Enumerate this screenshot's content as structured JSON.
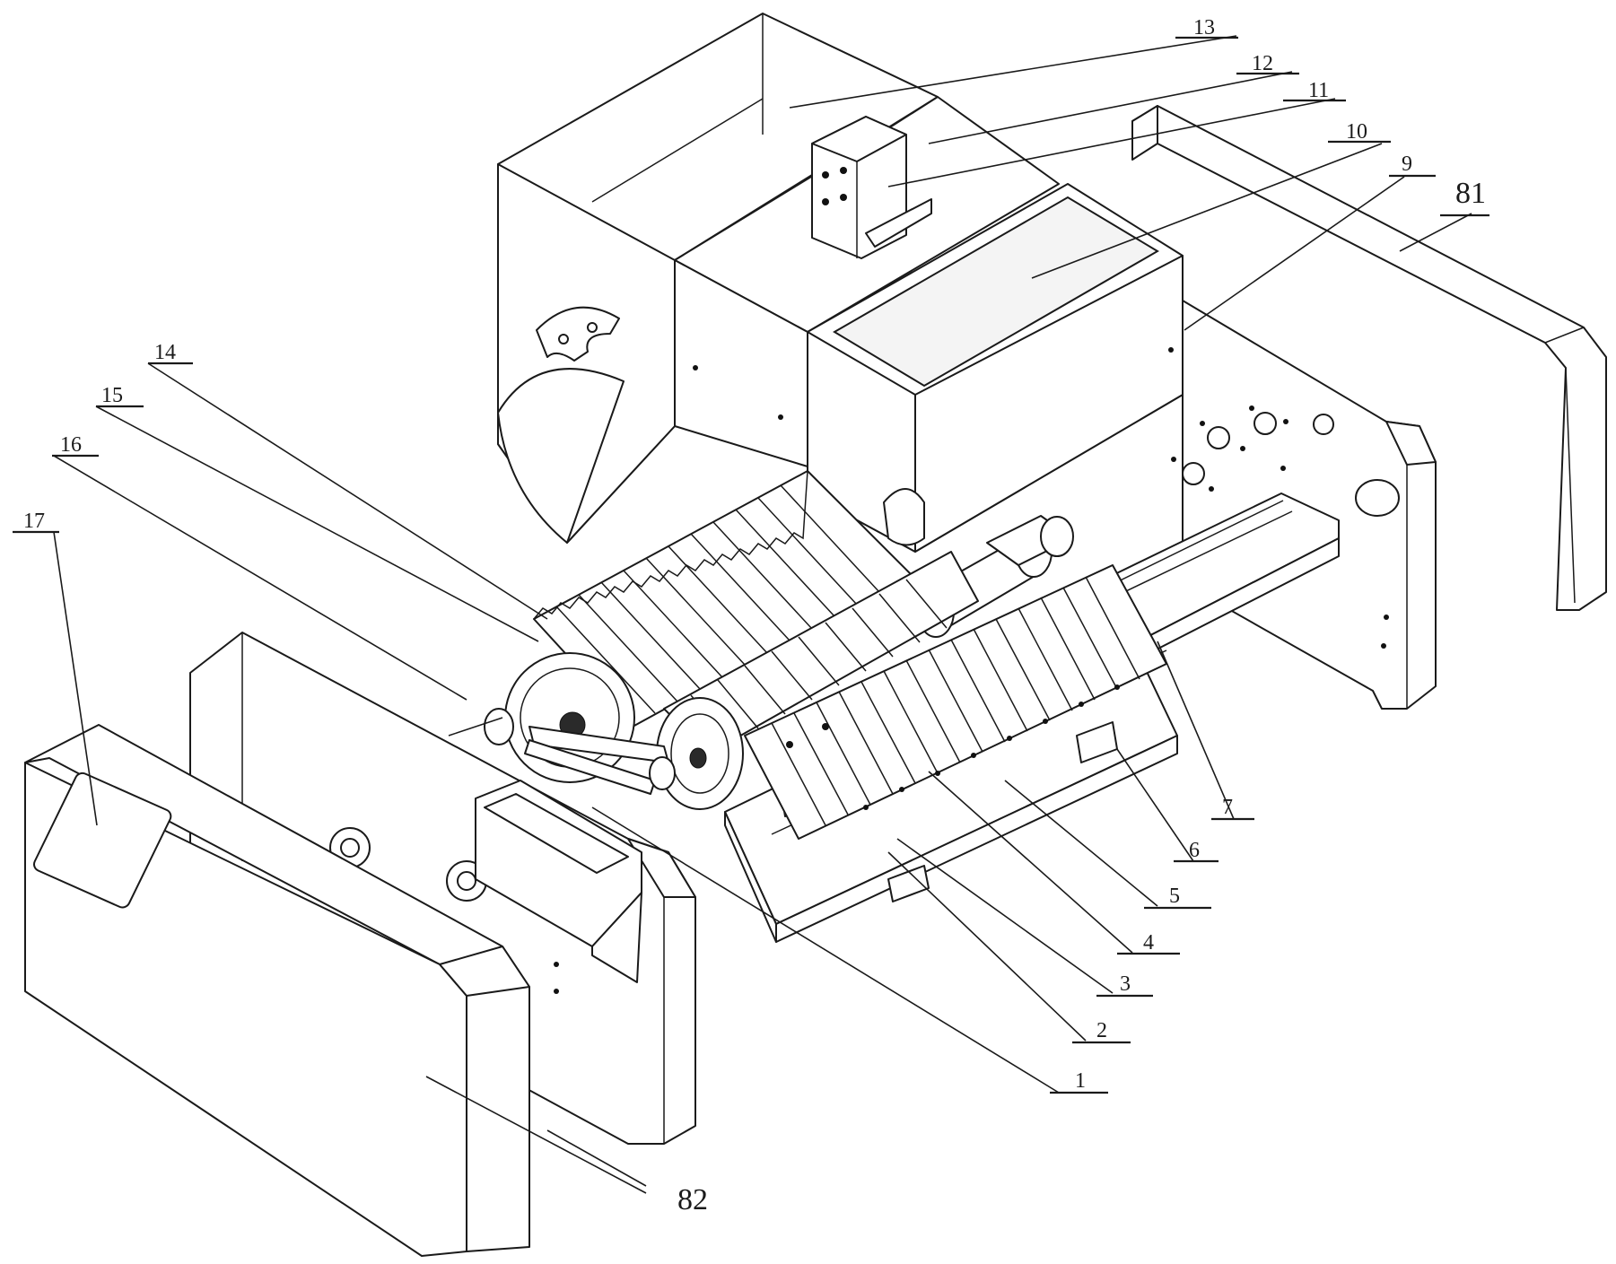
{
  "figure": {
    "callouts": [
      {
        "id": "13",
        "text": "13"
      },
      {
        "id": "12",
        "text": "12"
      },
      {
        "id": "11",
        "text": "11"
      },
      {
        "id": "10",
        "text": "10"
      },
      {
        "id": "9",
        "text": "9"
      },
      {
        "id": "81",
        "text": "81"
      },
      {
        "id": "14",
        "text": "14"
      },
      {
        "id": "15",
        "text": "15"
      },
      {
        "id": "16",
        "text": "16"
      },
      {
        "id": "17",
        "text": "17"
      },
      {
        "id": "7",
        "text": "7"
      },
      {
        "id": "6",
        "text": "6"
      },
      {
        "id": "5",
        "text": "5"
      },
      {
        "id": "4",
        "text": "4"
      },
      {
        "id": "3",
        "text": "3"
      },
      {
        "id": "2",
        "text": "2"
      },
      {
        "id": "1",
        "text": "1"
      },
      {
        "id": "82",
        "text": "82"
      }
    ]
  }
}
